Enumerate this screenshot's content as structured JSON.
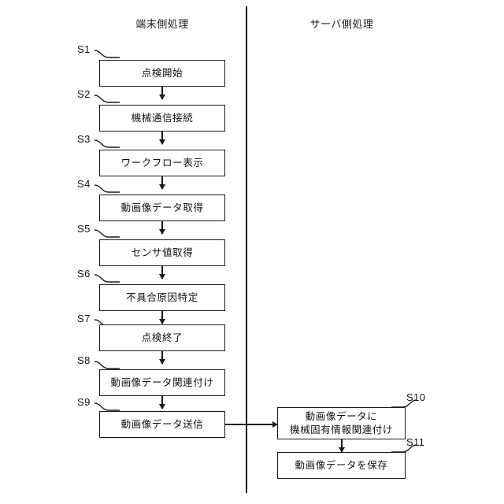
{
  "diagram": {
    "title": "",
    "headers": [
      {
        "id": "terminal",
        "label": "端末側処理"
      },
      {
        "id": "server",
        "label": "サーバ側処理"
      }
    ],
    "colors": {
      "stroke": "#1a1a1a",
      "background": "#ffffff",
      "text": "#111111"
    },
    "terminal_steps": [
      {
        "id": "S1",
        "step": "S1",
        "label": "点検開始"
      },
      {
        "id": "S2",
        "step": "S2",
        "label": "機械通信接続"
      },
      {
        "id": "S3",
        "step": "S3",
        "label": "ワークフロー表示"
      },
      {
        "id": "S4",
        "step": "S4",
        "label": "動画像データ取得"
      },
      {
        "id": "S5",
        "step": "S5",
        "label": "センサ値取得"
      },
      {
        "id": "S6",
        "step": "S6",
        "label": "不具合原因特定"
      },
      {
        "id": "S7",
        "step": "S7",
        "label": "点検終了"
      },
      {
        "id": "S8",
        "step": "S8",
        "label": "動画像データ関連付け"
      },
      {
        "id": "S9",
        "step": "S9",
        "label": "動画像データ送信"
      }
    ],
    "server_steps": [
      {
        "id": "S10",
        "step": "S10",
        "label": "動画像データに\n機械固有情報関連付け"
      },
      {
        "id": "S11",
        "step": "S11",
        "label": "動画像データを保存"
      }
    ]
  }
}
